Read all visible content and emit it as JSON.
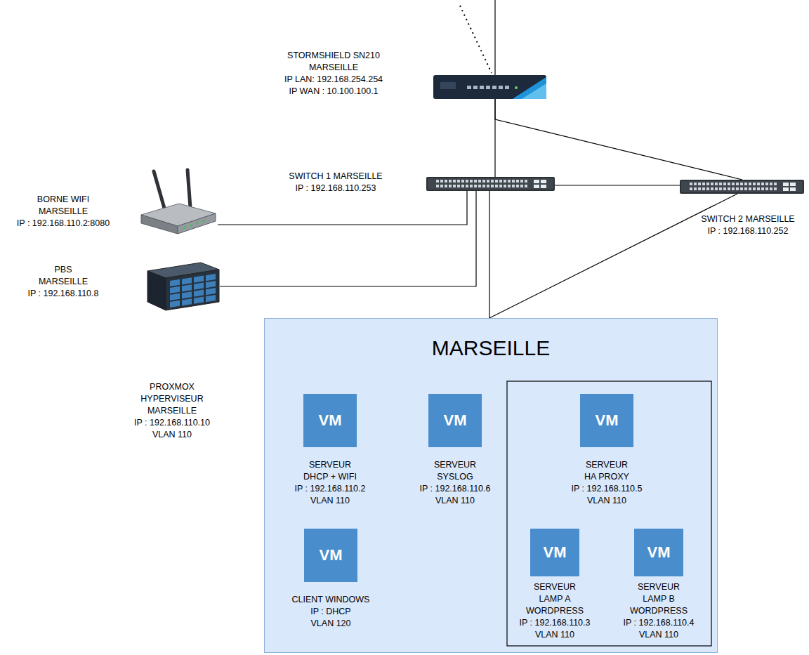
{
  "diagram": {
    "nodes": [
      {
        "text": [
          "STORMSHIELD SN210 MARSEILLE",
          "IP LAN: 192.168.254.254",
          "IP WAN : 10.100.100.1"
        ]
      },
      {
        "text": [
          "SWITCH 1 MARSEILLE",
          "IP : 192.168.110.253"
        ]
      },
      {
        "text": [
          "SWITCH 2 MARSEILLE",
          "IP : 192.168.110.252"
        ]
      },
      {
        "text": [
          "BORNE WIFI MARSEILLE",
          "IP : 192.168.110.2:8080"
        ]
      },
      {
        "text": [
          "PBS MARSEILLE",
          "IP : 192.168.110.8"
        ]
      },
      {
        "text": [
          "MARSEILLE"
        ]
      },
      {
        "text": [
          "VM",
          "SERVEUR DHCP + WIFI",
          "IP : 192.168.110.2",
          "VLAN 110"
        ],
        "in": 5
      },
      {
        "text": [
          "VM",
          "SERVEUR SYSLOG",
          "IP : 192.168.110.6",
          "VLAN 110"
        ],
        "in": 5
      },
      {
        "text": [
          "VM",
          "SERVEUR HA PROXY",
          "IP : 192.168.110.5",
          "VLAN 110"
        ],
        "in": 5
      },
      {
        "text": [
          "VM",
          "CLIENT WINDOWS",
          "IP : DHCP",
          "VLAN 120"
        ],
        "in": 5
      },
      {
        "text": [
          "VM",
          "SERVEUR LAMP A WORDPRESS",
          "IP : 192.168.110.3",
          "VLAN 110"
        ],
        "in": 5
      },
      {
        "text": [
          "VM",
          "SERVEUR LAMP B WORDPRESS",
          "IP : 192.168.110.4",
          "VLAN 110"
        ],
        "in": 5
      }
    ],
    "edges": [
      {
        "from": 0,
        "to": 1,
        "arrow": "none"
      },
      {
        "from": 0,
        "to": 2,
        "arrow": "none"
      },
      {
        "from": 1,
        "to": 2,
        "arrow": "none"
      },
      {
        "from": 3,
        "to": 1,
        "arrow": "none"
      },
      {
        "from": 4,
        "to": 1,
        "arrow": "none"
      },
      {
        "from": 1,
        "to": 5,
        "arrow": "none"
      },
      {
        "from": 2,
        "to": 5,
        "arrow": "none"
      }
    ],
    "labels": [
      "PROXMOX HYPERVISEUR MARSEILLE",
      "IP : 192.168.110.10",
      "VLAN 110"
    ]
  }
}
